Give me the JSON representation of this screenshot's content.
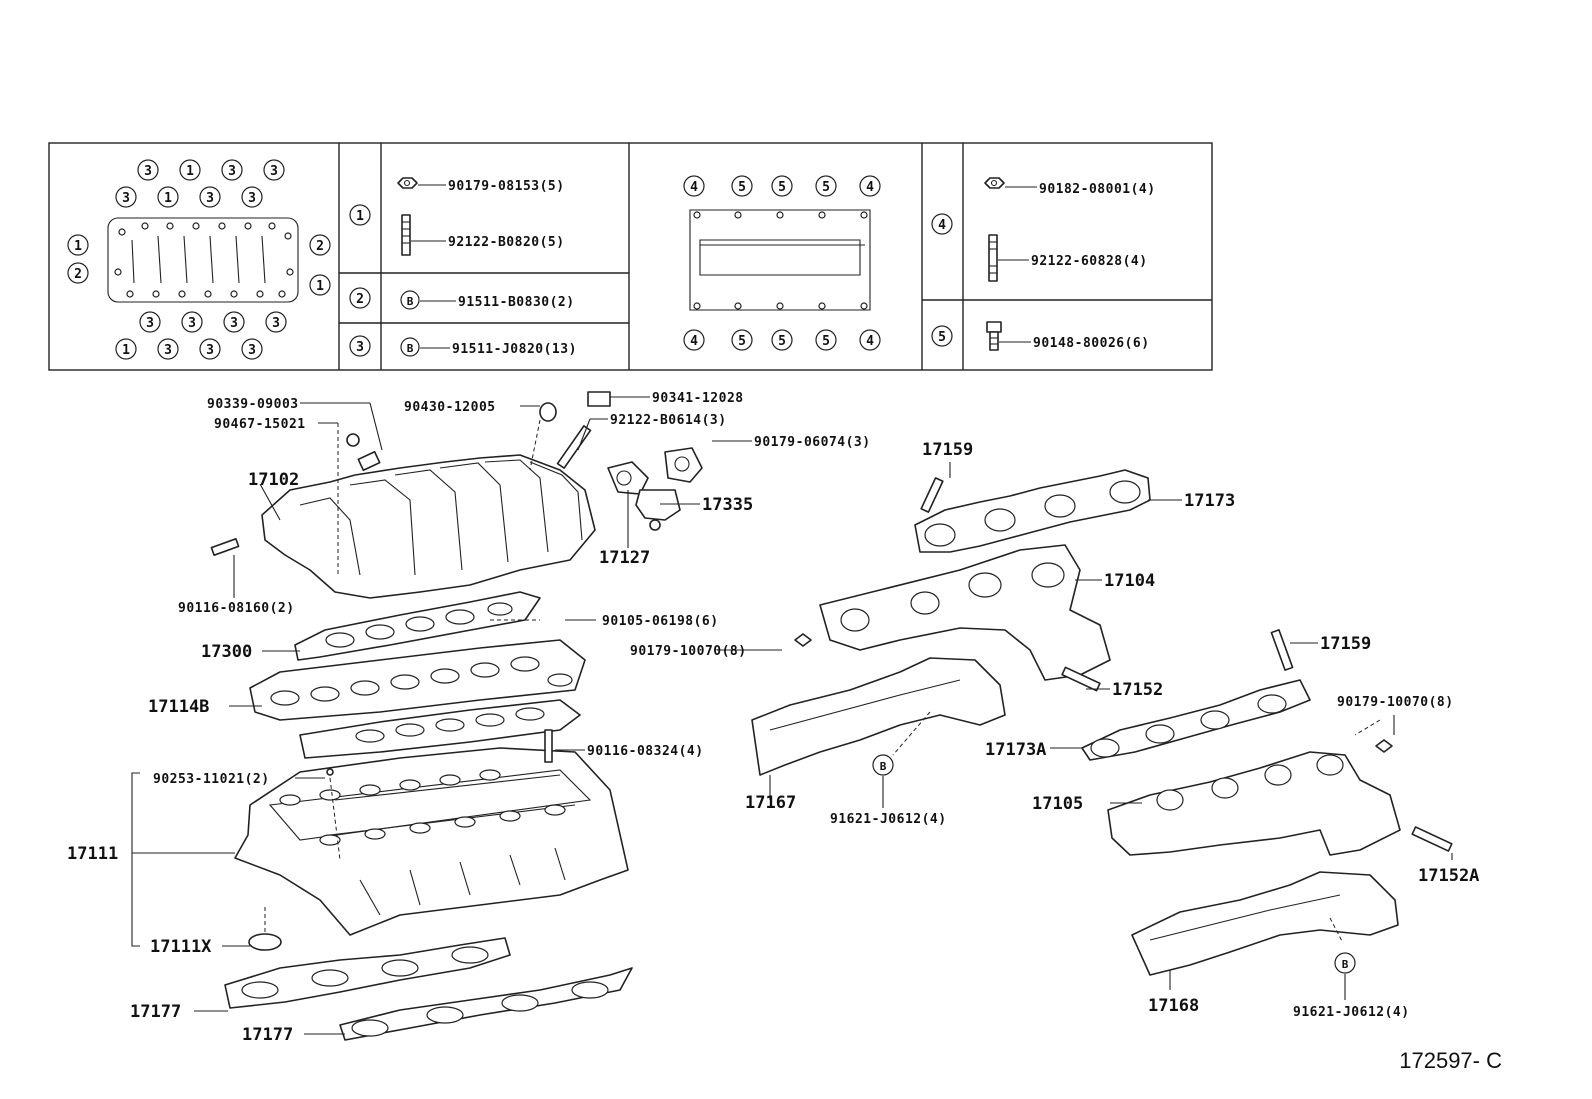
{
  "legend_table": {
    "rows": [
      {
        "circle": "1",
        "parts": [
          {
            "icon": "nut-icon",
            "number": "90179-08153(5)"
          },
          {
            "icon": "stud-icon",
            "number": "92122-B0820(5)"
          }
        ]
      },
      {
        "circle": "2",
        "parts": [
          {
            "icon": "bolt-b-icon",
            "number": "91511-B0830(2)"
          }
        ]
      },
      {
        "circle": "3",
        "parts": [
          {
            "icon": "bolt-b-icon",
            "number": "91511-J0820(13)"
          }
        ]
      },
      {
        "circle": "4",
        "parts": [
          {
            "icon": "nut-icon",
            "number": "90182-08001(4)"
          },
          {
            "icon": "stud-icon",
            "number": "92122-60828(4)"
          }
        ]
      },
      {
        "circle": "5",
        "parts": [
          {
            "icon": "bolt-icon",
            "number": "90148-80026(6)"
          }
        ]
      }
    ],
    "left_layout_circles": {
      "top_row1": [
        "3",
        "1",
        "3",
        "3"
      ],
      "top_row2": [
        "3",
        "1",
        "3",
        "3"
      ],
      "left": [
        "1",
        "2"
      ],
      "right": [
        "2",
        "1"
      ],
      "bottom_row1": [
        "3",
        "3",
        "3",
        "3"
      ],
      "bottom_row2": [
        "1",
        "3",
        "3",
        "3"
      ]
    },
    "center_layout_circles": {
      "top": [
        "4",
        "5",
        "5",
        "5",
        "4"
      ],
      "bottom": [
        "4",
        "5",
        "5",
        "5",
        "4"
      ]
    }
  },
  "callouts": {
    "c90339": "90339-09003",
    "c90467": "90467-15021",
    "c90430": "90430-12005",
    "c90341": "90341-12028",
    "c92122b": "92122-B0614(3)",
    "c90179a": "90179-06074(3)",
    "c17102": "17102",
    "c17335": "17335",
    "c17127": "17127",
    "c90116a": "90116-08160(2)",
    "c90105": "90105-06198(6)",
    "c17300": "17300",
    "c90179b": "90179-10070(8)",
    "c17114b": "17114B",
    "c90116b": "90116-08324(4)",
    "c90253": "90253-11021(2)",
    "c17111": "17111",
    "c17111x": "17111X",
    "c17177a": "17177",
    "c17177b": "17177",
    "c17159a": "17159",
    "c17173": "17173",
    "c17104": "17104",
    "c17159b": "17159",
    "c17152": "17152",
    "c90179c": "90179-10070(8)",
    "c17173a": "17173A",
    "c17105": "17105",
    "c17167": "17167",
    "c91621a": "91621-J0612(4)",
    "c17152a": "17152A",
    "c17168": "17168",
    "c91621b": "91621-J0612(4)",
    "bubble_b1": "B",
    "bubble_b2": "B"
  },
  "figure_ref": "172597- C"
}
